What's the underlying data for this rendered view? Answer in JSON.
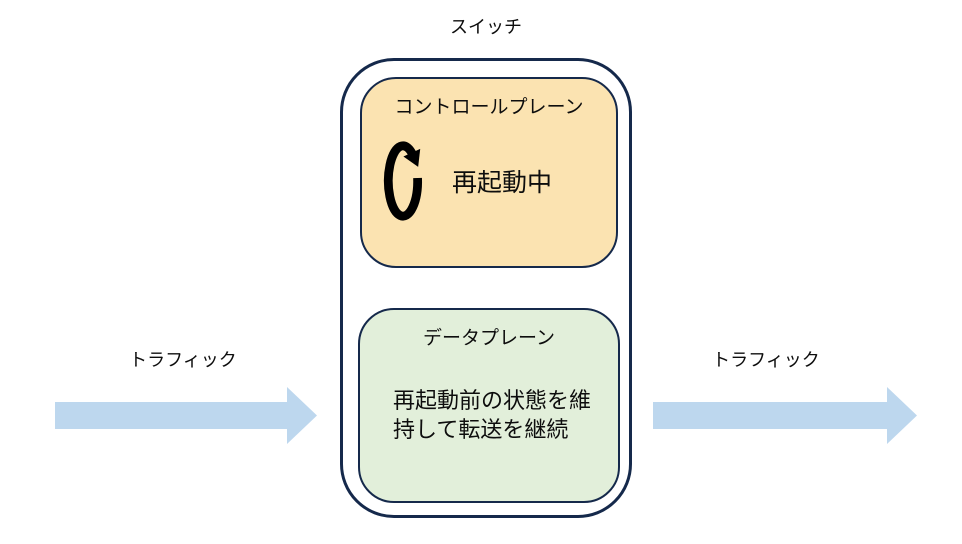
{
  "title": "スイッチ",
  "switch": {
    "control_plane": {
      "label": "コントロールプレーン",
      "status": "再起動中",
      "icon": "restart-circular-arrow-clockwise"
    },
    "data_plane": {
      "label": "データプレーン",
      "body_line1": "再起動前の状態を維",
      "body_line2": "持して転送を継続"
    }
  },
  "traffic_in": {
    "label": "トラフィック",
    "direction": "right"
  },
  "traffic_out": {
    "label": "トラフィック",
    "direction": "right"
  },
  "colors": {
    "navy": "#15294b",
    "orange": "#fbe3b1",
    "green": "#e2efda",
    "arrow": "#bdd7ee",
    "text": "#0d0d0d"
  }
}
